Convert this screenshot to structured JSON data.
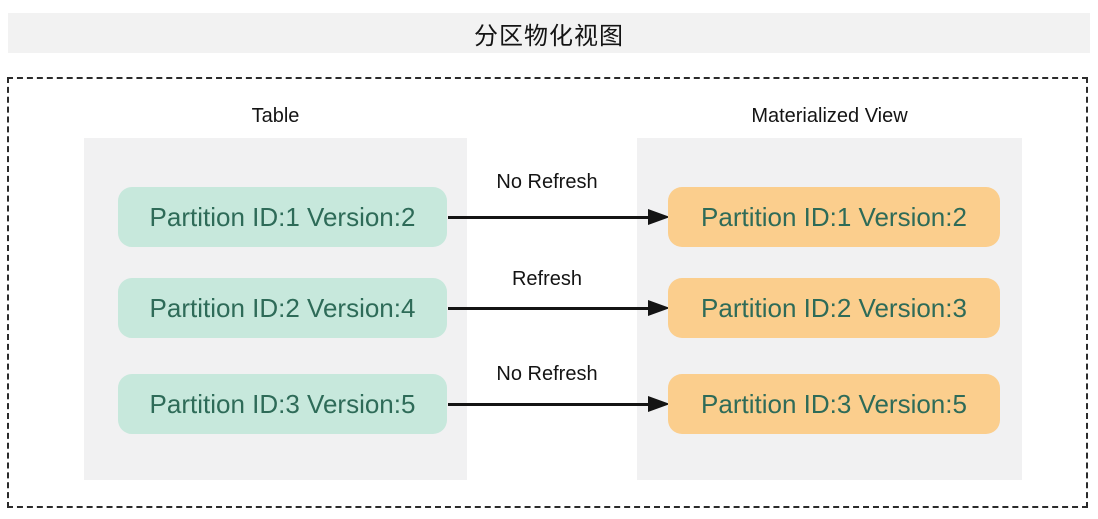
{
  "title": "分区物化视图",
  "columns": {
    "table": {
      "label": "Table"
    },
    "view": {
      "label": "Materialized View"
    }
  },
  "rows": [
    {
      "table_partition": "Partition ID:1 Version:2",
      "arrow_label": "No Refresh",
      "view_partition": "Partition ID:1 Version:2"
    },
    {
      "table_partition": "Partition ID:2 Version:4",
      "arrow_label": "Refresh",
      "view_partition": "Partition ID:2 Version:3"
    },
    {
      "table_partition": "Partition ID:3 Version:5",
      "arrow_label": "No Refresh",
      "view_partition": "Partition ID:3 Version:5"
    }
  ],
  "colors": {
    "title_band_bg": "#f2f2f2",
    "panel_bg": "#f1f1f2",
    "table_partition_bg": "#c7e8dc",
    "view_partition_bg": "#fbce8d",
    "partition_text": "#2e6b58",
    "arrow": "#141414",
    "frame_border": "#2b2b2b"
  }
}
